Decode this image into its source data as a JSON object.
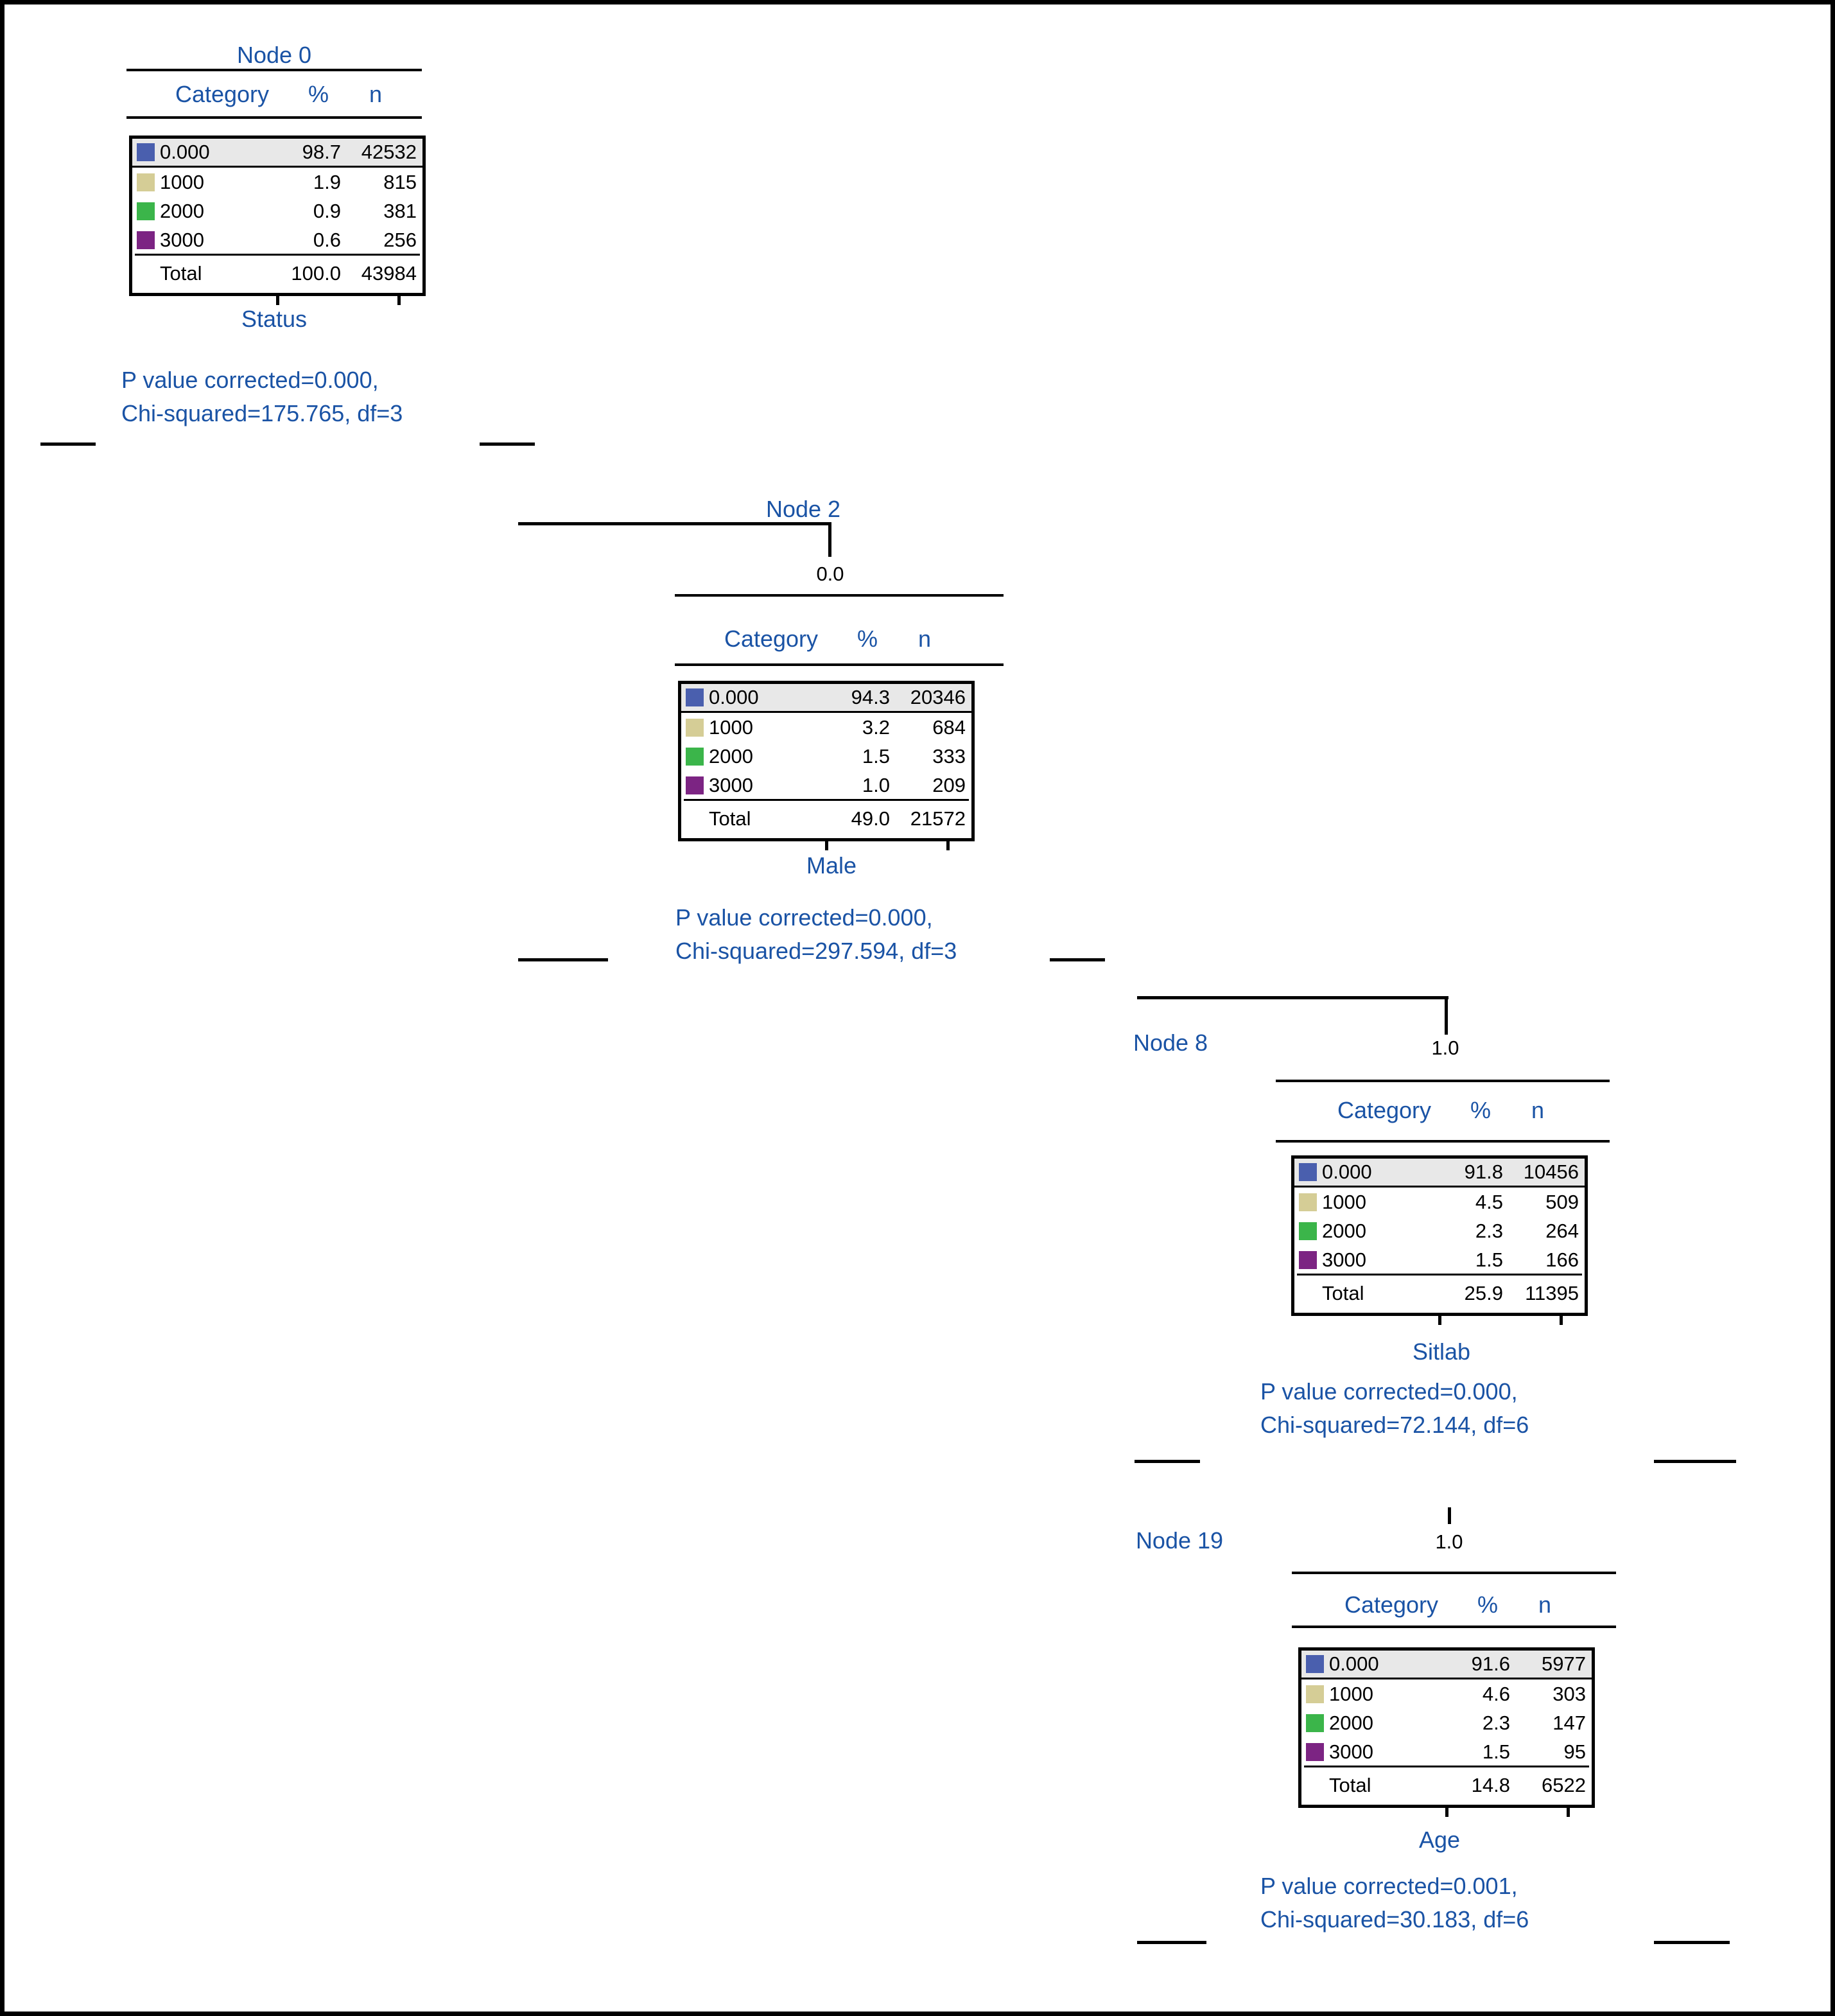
{
  "colors": {
    "text_blue": "#1A53A5",
    "row_highlight_bg": "#E8E8E8",
    "cat_0": "#4A5FAE",
    "cat_1000": "#D5CD96",
    "cat_2000": "#3BB54A",
    "cat_3000": "#7C2483"
  },
  "table_header": {
    "category": "Category",
    "percent": "%",
    "n": "n"
  },
  "nodes": [
    {
      "title": "Node 0",
      "variable": "Status",
      "stats_line1": "P value corrected=0.000,",
      "stats_line2": "Chi-squared=175.765, df=3",
      "rows": [
        {
          "category": "0.000",
          "percent": "98.7",
          "n": "42532"
        },
        {
          "category": "1000",
          "percent": "1.9",
          "n": "815"
        },
        {
          "category": "2000",
          "percent": "0.9",
          "n": "381"
        },
        {
          "category": "3000",
          "percent": "0.6",
          "n": "256"
        }
      ],
      "total": {
        "label": "Total",
        "percent": "100.0",
        "n": "43984"
      }
    },
    {
      "title": "Node 2",
      "branch_label": "0.0",
      "variable": "Male",
      "stats_line1": "P value corrected=0.000,",
      "stats_line2": "Chi-squared=297.594, df=3",
      "rows": [
        {
          "category": "0.000",
          "percent": "94.3",
          "n": "20346"
        },
        {
          "category": "1000",
          "percent": "3.2",
          "n": "684"
        },
        {
          "category": "2000",
          "percent": "1.5",
          "n": "333"
        },
        {
          "category": "3000",
          "percent": "1.0",
          "n": "209"
        }
      ],
      "total": {
        "label": "Total",
        "percent": "49.0",
        "n": "21572"
      }
    },
    {
      "title": "Node 8",
      "branch_label": "1.0",
      "variable": "Sitlab",
      "stats_line1": "P value corrected=0.000,",
      "stats_line2": "Chi-squared=72.144, df=6",
      "rows": [
        {
          "category": "0.000",
          "percent": "91.8",
          "n": "10456"
        },
        {
          "category": "1000",
          "percent": "4.5",
          "n": "509"
        },
        {
          "category": "2000",
          "percent": "2.3",
          "n": "264"
        },
        {
          "category": "3000",
          "percent": "1.5",
          "n": "166"
        }
      ],
      "total": {
        "label": "Total",
        "percent": "25.9",
        "n": "11395"
      }
    },
    {
      "title": "Node 19",
      "branch_label": "1.0",
      "variable": "Age",
      "stats_line1": "P value corrected=0.001,",
      "stats_line2": "Chi-squared=30.183, df=6",
      "rows": [
        {
          "category": "0.000",
          "percent": "91.6",
          "n": "5977"
        },
        {
          "category": "1000",
          "percent": "4.6",
          "n": "303"
        },
        {
          "category": "2000",
          "percent": "2.3",
          "n": "147"
        },
        {
          "category": "3000",
          "percent": "1.5",
          "n": "95"
        }
      ],
      "total": {
        "label": "Total",
        "percent": "14.8",
        "n": "6522"
      }
    }
  ]
}
